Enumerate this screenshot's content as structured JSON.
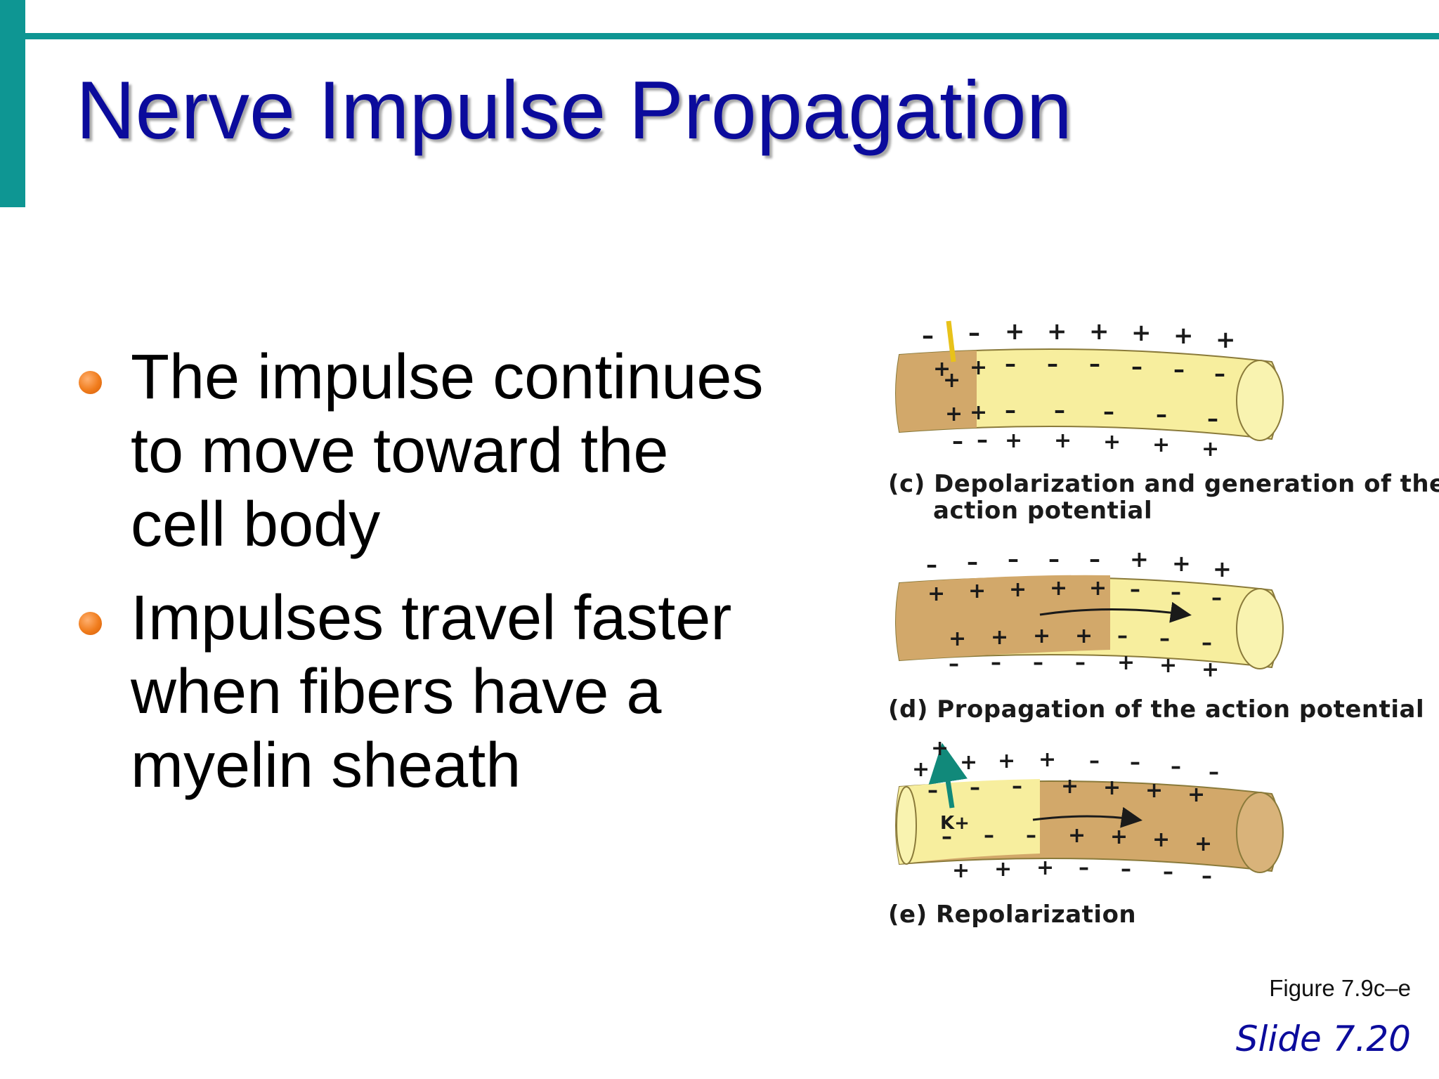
{
  "slide": {
    "title": "Nerve Impulse Propagation",
    "bullets": [
      "The impulse continues to move toward the cell body",
      "Impulses travel faster when fibers have a myelin sheath"
    ],
    "figure_ref": "Figure 7.9c–e",
    "slide_number": "Slide 7.20"
  },
  "figure": {
    "panel_c": {
      "caption_line1": "(c) Depolarization and generation of the",
      "caption_line2": "action potential"
    },
    "panel_d": {
      "caption": "(d) Propagation of the action potential"
    },
    "panel_e": {
      "caption": "(e) Repolarization",
      "ion_label": "K+"
    },
    "colors": {
      "depolarized": "#d2a86a",
      "resting": "#f7ee9e",
      "stimulus": "#e8c21a",
      "k_arrow": "#11897a"
    }
  }
}
